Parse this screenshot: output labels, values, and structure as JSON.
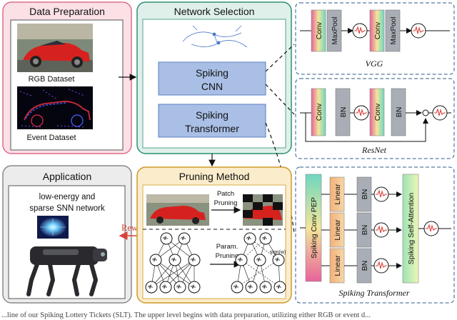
{
  "panels": {
    "data_prep": {
      "title": "Data Preparation",
      "rgb_label": "RGB Dataset",
      "event_label": "Event Dataset"
    },
    "network": {
      "title": "Network Selection",
      "cnn_line1": "Spiking",
      "cnn_line2": "CNN",
      "transformer_line1": "Spiking",
      "transformer_line2": "Transformer"
    },
    "application": {
      "title": "Application",
      "text_line1": "low-energy and",
      "text_line2": "sparse SNN network"
    },
    "pruning": {
      "title": "Pruning Method",
      "patch_line1": "Patch",
      "patch_line2": "Pruning",
      "param_line1": "Param.",
      "param_line2": "Pruning",
      "sign_label": "sign(w)"
    },
    "reward_label": "Reward"
  },
  "vgg": {
    "caption": "VGG",
    "blocks": [
      "Conv",
      "MaxPool",
      "Conv",
      "MaxPool"
    ]
  },
  "resnet": {
    "caption": "ResNet",
    "blocks": [
      "Conv",
      "BN",
      "Conv",
      "BN"
    ]
  },
  "spiking_transformer": {
    "caption": "Spiking Transformer",
    "pep": "Spiking Conv PEP",
    "linear": "Linear",
    "bn": "BN",
    "attention": "Spiking Self-Attention"
  },
  "caption_text": "...line of our Spiking Lottery Tickets (SLT). The upper level  begins with data preparation, utilizing either RGB or event d...",
  "colors": {
    "data_prep_border": "#e06d8c",
    "data_prep_fill": "#fbe0e6",
    "network_border": "#2f8f74",
    "network_fill": "#dff0eb",
    "application_border": "#8a8a8a",
    "application_fill": "#ececec",
    "pruning_border": "#d09a2a",
    "pruning_fill": "#fbeccb",
    "spiking_block_fill": "#a9bfe6",
    "spiking_block_border": "#5b7fc0",
    "reward_color": "#d9423b",
    "bn_fill": "#a9aeb6"
  }
}
